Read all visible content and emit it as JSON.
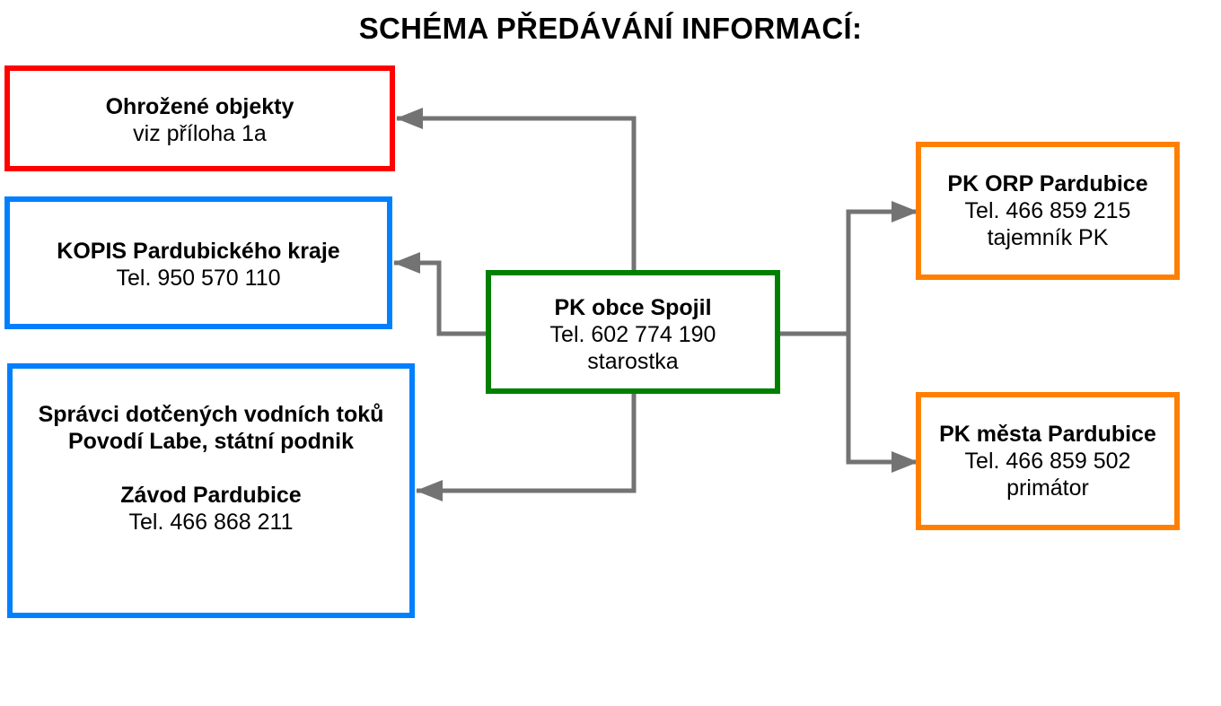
{
  "title": "SCHÉMA PŘEDÁVÁNÍ INFORMACÍ:",
  "colors": {
    "red": "#ff0000",
    "blue": "#0080ff",
    "green": "#008000",
    "orange": "#ff8000",
    "connector": "#737373"
  },
  "nodes": {
    "ohrozene": {
      "name": "Ohrožené objekty",
      "detail": "viz příloha 1a"
    },
    "kopis": {
      "name": "KOPIS Pardubického kraje",
      "phone": "Tel. 950 570 110"
    },
    "spravci": {
      "line1": "Správci dotčených vodních toků",
      "line2": "Povodí Labe, státní podnik",
      "name": "Závod Pardubice",
      "phone": "Tel. 466 868 211"
    },
    "center": {
      "name": "PK obce Spojil",
      "phone": "Tel. 602 774 190",
      "role": "starostka"
    },
    "orp": {
      "name": "PK ORP Pardubice",
      "phone": "Tel. 466 859 215",
      "role": "tajemník PK"
    },
    "mesta": {
      "name": "PK města Pardubice",
      "phone": "Tel. 466 859 502",
      "role": "primátor"
    }
  }
}
